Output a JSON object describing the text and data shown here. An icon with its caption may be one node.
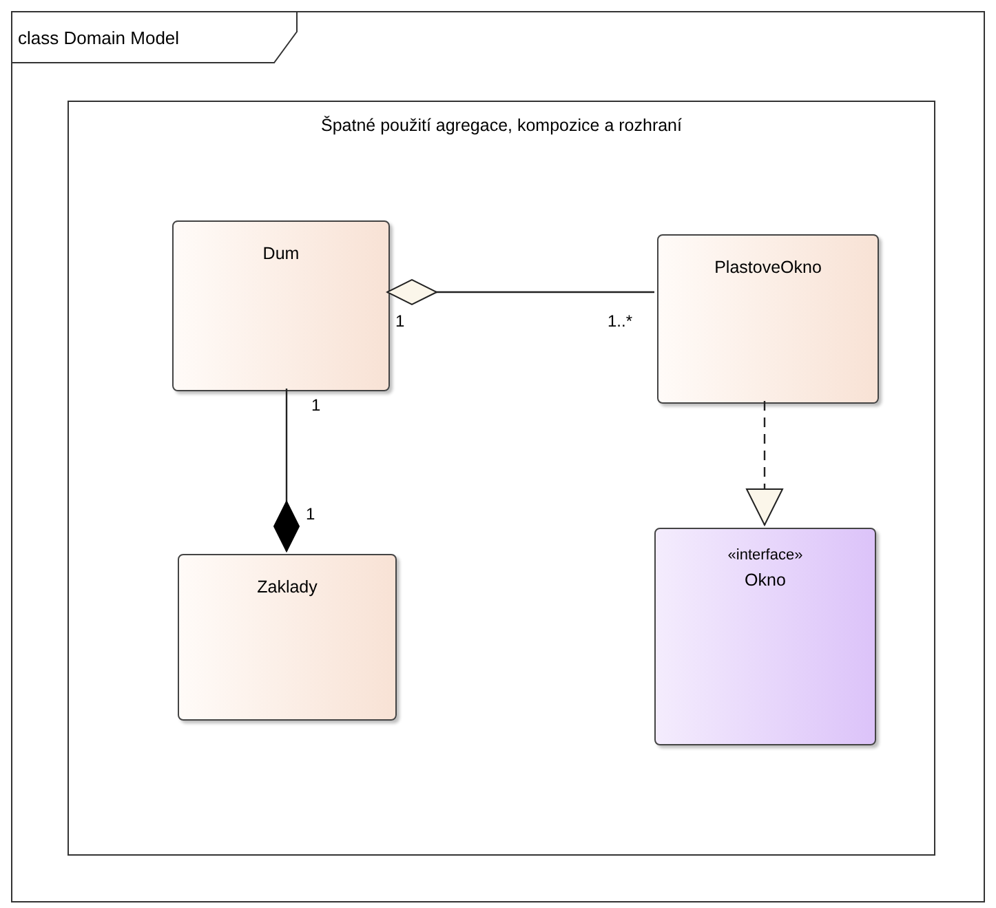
{
  "diagram": {
    "nodes": [
      {
        "text": [
          "class Domain Model"
        ]
      },
      {
        "text": [
          "Špatné použití agregace, kompozice a rozhraní"
        ],
        "in": 0
      },
      {
        "text": [
          "Dum"
        ],
        "in": 1
      },
      {
        "text": [
          "PlastoveOkno"
        ],
        "in": 1
      },
      {
        "text": [
          "Zaklady"
        ],
        "in": 1
      },
      {
        "text": [
          "«interface»",
          "Okno"
        ],
        "in": 1
      }
    ],
    "edges": [
      {
        "from": 3,
        "to": 2,
        "arrow": "other"
      },
      {
        "from": 2,
        "to": 4,
        "arrow": "other"
      },
      {
        "from": 3,
        "to": 5,
        "arrow": "to",
        "style": "dashed"
      }
    ],
    "labels": [
      "1",
      "1..*",
      "1",
      "1"
    ]
  }
}
